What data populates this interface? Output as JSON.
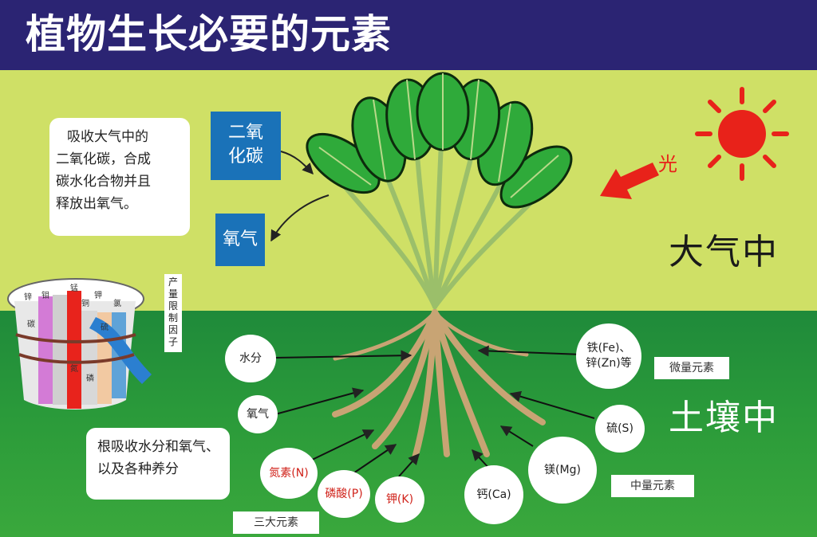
{
  "header": {
    "title": "植物生长必要的元素"
  },
  "bubble_top": {
    "lines": [
      "吸收大气中的",
      "二氧化碳，合成",
      "碳水化合物并且",
      "释放出氧气。"
    ]
  },
  "gas": {
    "co2_line1": "二氧",
    "co2_line2": "化碳",
    "o2": "氧气"
  },
  "light": {
    "label": "光"
  },
  "zones": {
    "atmosphere": "大气中",
    "soil": "土壤中"
  },
  "barrel": {
    "note": "产量限制因子",
    "staves": [
      "锌",
      "钼",
      "锰",
      "铜",
      "钾",
      "氯",
      "碳",
      "磷",
      "氮",
      "硫"
    ]
  },
  "bubble_bottom": {
    "lines": [
      "根吸收水分和氧气、",
      "以及各种养分"
    ]
  },
  "nutrients": {
    "water": "水分",
    "oxygen": "氧气",
    "nitrogen": "氮素(N)",
    "phosphate": "磷酸(P)",
    "potassium": "钾(K)",
    "calcium": "钙(Ca)",
    "magnesium": "镁(Mg)",
    "sulfur": "硫(S)",
    "trace_line1": "铁(Fe)、",
    "trace_line2": "锌(Zn)等"
  },
  "tags": {
    "micro": "微量元素",
    "secondary": "中量元素",
    "macro": "三大元素"
  },
  "colors": {
    "header": "#2b2473",
    "sky": "#cfe066",
    "soil": "#2a9a3a",
    "gas_box": "#1a72b8",
    "sun": "#e8221a",
    "leaf": "#2faa3a"
  }
}
